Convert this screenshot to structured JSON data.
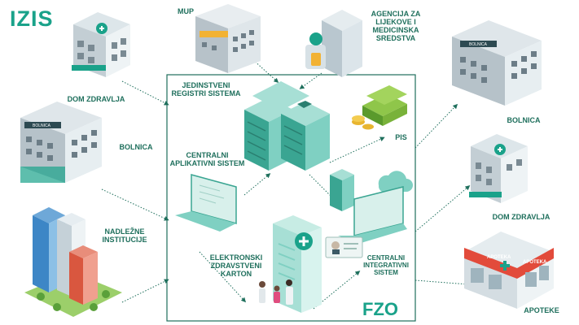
{
  "brand": {
    "title": "IZIS"
  },
  "system": {
    "name": "FZO"
  },
  "labels": {
    "mup": "MUP",
    "agencija": [
      "AGENCIJA ZA",
      "LIJEKOVE I",
      "MEDICINSKA",
      "SREDSTVA"
    ],
    "dom_zdravlja_left": "DOM ZDRAVLJA",
    "bolnica_left": "BOLNICA",
    "nadlezne": [
      "NADLEŽNE",
      "INSTITUCIJE"
    ],
    "bolnica_right": "BOLNICA",
    "dom_zdravlja_right": "DOM ZDRAVLJA",
    "apoteke": "APOTEKE",
    "registri": [
      "JEDINSTVENI",
      "REGISTRI SISTEMA"
    ],
    "centralni_aplikativni": [
      "CENTRALNI",
      "APLIKATIVNI SISTEM"
    ],
    "pis": "PIS",
    "ezk": [
      "ELEKTRONSKI",
      "ZDRAVSTVENI",
      "KARTON"
    ],
    "integrativni": [
      "CENTRALNI",
      "INTEGRATIVNI",
      "SISTEM"
    ]
  },
  "signage": {
    "bolnica": "BOLNICA",
    "apoteka": "APOTEKA"
  },
  "colors": {
    "brand": "#1aa28a",
    "label": "#1e6f5c",
    "frame": "#1e6f5c",
    "server": "#7fd0c2",
    "server_dark": "#3aa592"
  }
}
